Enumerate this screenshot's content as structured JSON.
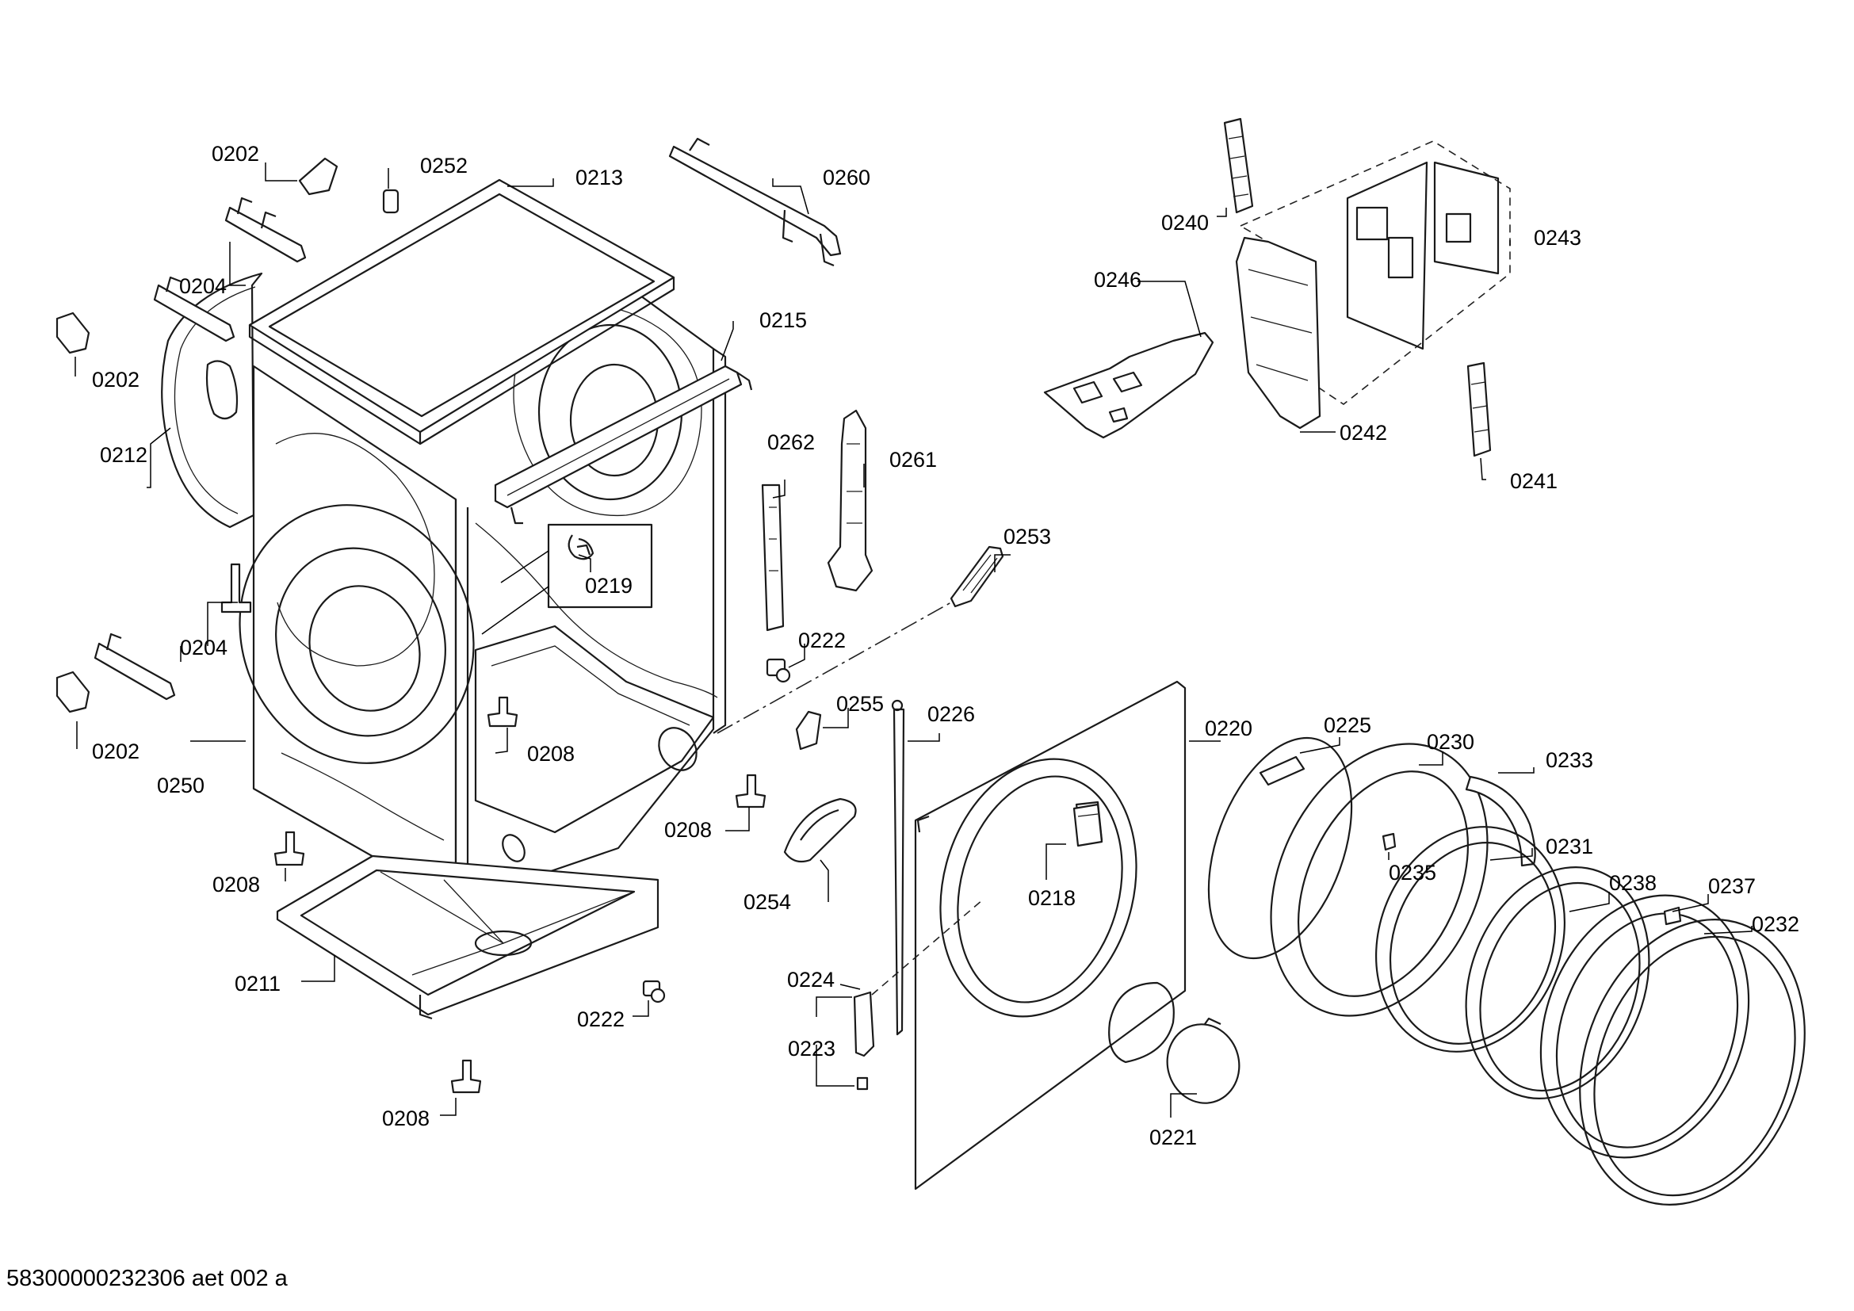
{
  "diagram": {
    "labels": {
      "l0202a": "0202",
      "l0252": "0252",
      "l0213": "0213",
      "l0260": "0260",
      "l0204a": "0204",
      "l0202b": "0202",
      "l0215": "0215",
      "l0212": "0212",
      "l0262": "0262",
      "l0261": "0261",
      "l0219": "0219",
      "l0253": "0253",
      "l0204b": "0204",
      "l0222a": "0222",
      "l0202c": "0202",
      "l0255": "0255",
      "l0226": "0226",
      "l0208a": "0208",
      "l0220": "0220",
      "l0225": "0225",
      "l0230": "0230",
      "l0233": "0233",
      "l0250": "0250",
      "l0208b": "0208",
      "l0231": "0231",
      "l0235": "0235",
      "l0238": "0238",
      "l0208c": "0208",
      "l0254": "0254",
      "l0218": "0218",
      "l0237": "0237",
      "l0232": "0232",
      "l0224": "0224",
      "l0211": "0211",
      "l0222b": "0222",
      "l0223": "0223",
      "l0208d": "0208",
      "l0221": "0221",
      "l0240": "0240",
      "l0243": "0243",
      "l0246": "0246",
      "l0242": "0242",
      "l0241": "0241"
    }
  },
  "footer": {
    "code": "58300000232306 aet 002 a"
  }
}
